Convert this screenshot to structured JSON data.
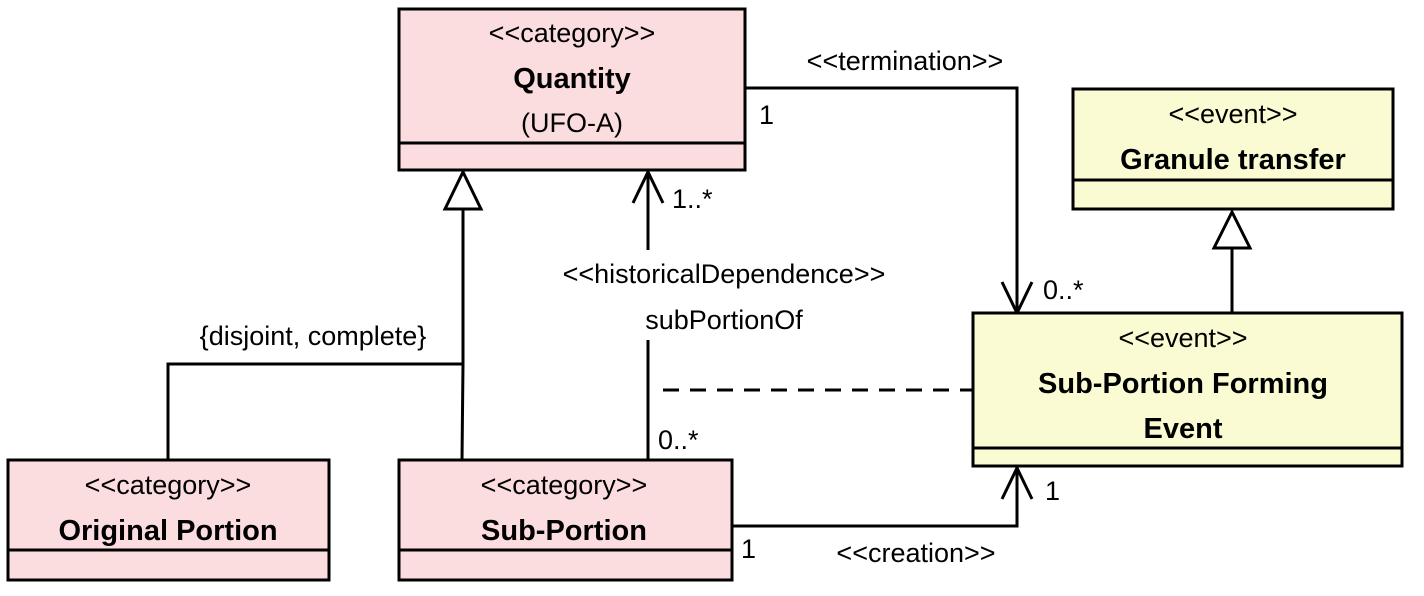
{
  "colors": {
    "category_fill": "#fbdde0",
    "event_fill": "#fbfbd3",
    "stroke": "#000000",
    "background": "#ffffff"
  },
  "classes": {
    "quantity": {
      "stereotype": "<<category>>",
      "name": "Quantity",
      "extra": "(UFO-A)"
    },
    "original_portion": {
      "stereotype": "<<category>>",
      "name": "Original Portion"
    },
    "sub_portion": {
      "stereotype": "<<category>>",
      "name": "Sub-Portion"
    },
    "granule_transfer": {
      "stereotype": "<<event>>",
      "name": "Granule transfer"
    },
    "sub_portion_forming_event": {
      "stereotype": "<<event>>",
      "name_line1": "Sub-Portion Forming",
      "name_line2": "Event"
    }
  },
  "generalization_set": {
    "constraint": "{disjoint, complete}"
  },
  "associations": {
    "termination": {
      "stereotype": "<<termination>>",
      "source_mult": "1",
      "target_mult": "0..*"
    },
    "historical_dependence": {
      "stereotype": "<<historicalDependence>>",
      "name": "subPortionOf",
      "target_mult": "1..*",
      "source_mult": "0..*"
    },
    "creation": {
      "stereotype": "<<creation>>",
      "source_mult": "1",
      "target_mult": "1"
    }
  }
}
